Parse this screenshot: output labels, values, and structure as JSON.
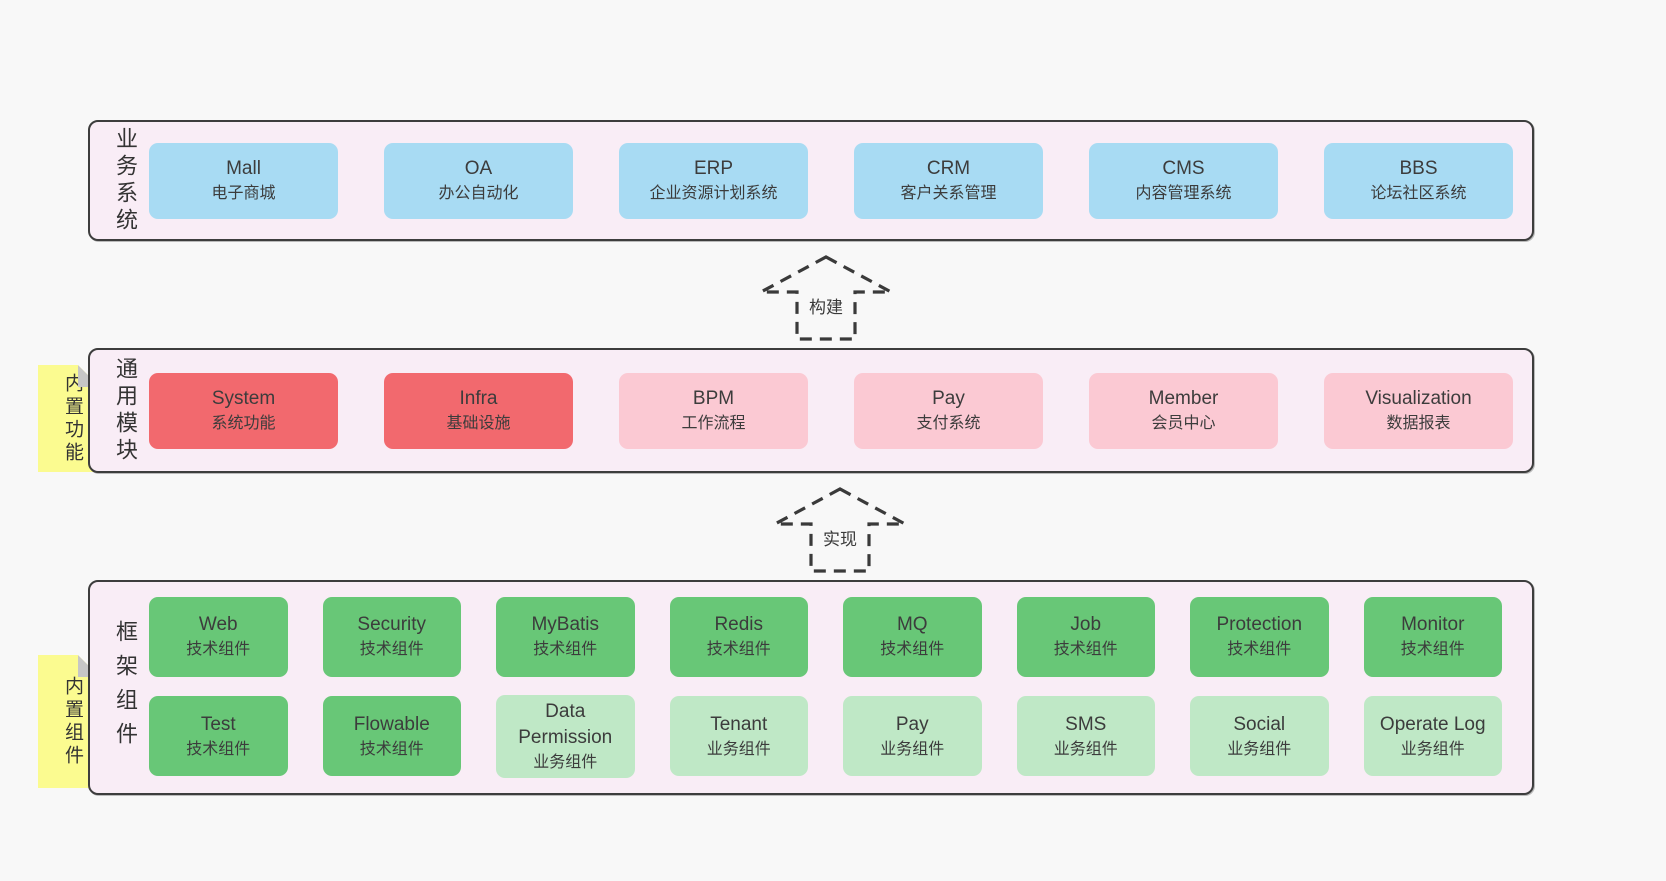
{
  "colors": {
    "page_bg": "#f8f8f8",
    "panel_bg": "#f9edf6",
    "panel_border": "#3d3d3d",
    "blue": "#a8dbf3",
    "red": "#f2696e",
    "pink": "#fbc9d3",
    "green_dark": "#68c777",
    "green_light": "#bfe8c6",
    "yellow": "#fbfb90",
    "fold_gray": "#c6c6c6",
    "text": "#3c3c3c"
  },
  "sections": {
    "business": {
      "label": "业务系统",
      "boxes": [
        {
          "title": "Mall",
          "subtitle": "电子商城"
        },
        {
          "title": "OA",
          "subtitle": "办公自动化"
        },
        {
          "title": "ERP",
          "subtitle": "企业资源计划系统"
        },
        {
          "title": "CRM",
          "subtitle": "客户关系管理"
        },
        {
          "title": "CMS",
          "subtitle": "内容管理系统"
        },
        {
          "title": "BBS",
          "subtitle": "论坛社区系统"
        }
      ]
    },
    "modules": {
      "label": "通用模块",
      "tab": "内置功能",
      "boxes": [
        {
          "title": "System",
          "subtitle": "系统功能"
        },
        {
          "title": "Infra",
          "subtitle": "基础设施"
        },
        {
          "title": "BPM",
          "subtitle": "工作流程"
        },
        {
          "title": "Pay",
          "subtitle": "支付系统"
        },
        {
          "title": "Member",
          "subtitle": "会员中心"
        },
        {
          "title": "Visualization",
          "subtitle": "数据报表"
        }
      ]
    },
    "framework": {
      "label": "框架组件",
      "tab": "内置组件",
      "row1": [
        {
          "title": "Web",
          "subtitle": "技术组件"
        },
        {
          "title": "Security",
          "subtitle": "技术组件"
        },
        {
          "title": "MyBatis",
          "subtitle": "技术组件"
        },
        {
          "title": "Redis",
          "subtitle": "技术组件"
        },
        {
          "title": "MQ",
          "subtitle": "技术组件"
        },
        {
          "title": "Job",
          "subtitle": "技术组件"
        },
        {
          "title": "Protection",
          "subtitle": "技术组件"
        },
        {
          "title": "Monitor",
          "subtitle": "技术组件"
        }
      ],
      "row2": [
        {
          "title": "Test",
          "subtitle": "技术组件"
        },
        {
          "title": "Flowable",
          "subtitle": "技术组件"
        },
        {
          "title": "Data Permission",
          "subtitle": "业务组件"
        },
        {
          "title": "Tenant",
          "subtitle": "业务组件"
        },
        {
          "title": "Pay",
          "subtitle": "业务组件"
        },
        {
          "title": "SMS",
          "subtitle": "业务组件"
        },
        {
          "title": "Social",
          "subtitle": "业务组件"
        },
        {
          "title": "Operate Log",
          "subtitle": "业务组件"
        }
      ]
    }
  },
  "arrows": {
    "build": "构建",
    "implement": "实现"
  }
}
